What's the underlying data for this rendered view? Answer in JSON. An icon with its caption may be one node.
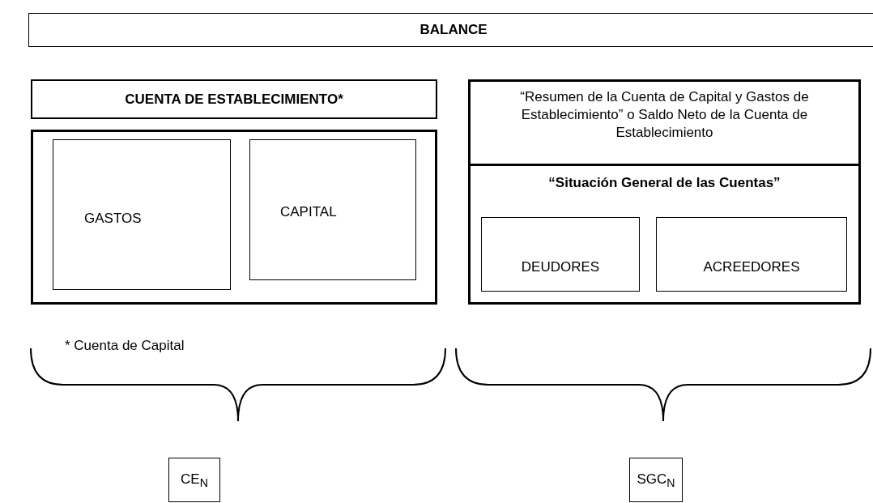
{
  "diagram": {
    "nodes": [
      {
        "text": [
          "BALANCE"
        ]
      },
      {
        "text": [
          "CUENTA DE ESTABLECIMIENTO*"
        ]
      },
      {
        "text": [],
        "shape": "box"
      },
      {
        "text": [
          "GASTOS"
        ],
        "in": 2
      },
      {
        "text": [
          "CAPITAL"
        ],
        "in": 2
      },
      {
        "text": [],
        "shape": "box"
      },
      {
        "text": [
          "“Resumen de la Cuenta de Capital y Gastos de Establecimiento” o Saldo Neto de la Cuenta de Establecimiento"
        ],
        "in": 5
      },
      {
        "text": [
          "“Situación General de las Cuentas”"
        ],
        "in": 5
      },
      {
        "text": [
          "DEUDORES"
        ],
        "in": 7
      },
      {
        "text": [
          "ACREEDORES"
        ],
        "in": 7
      },
      {
        "text": [
          "CE$_{N}$"
        ]
      },
      {
        "text": [
          "SGC$_{N}$"
        ]
      }
    ],
    "labels": [
      "* Cuenta de Capital"
    ]
  }
}
